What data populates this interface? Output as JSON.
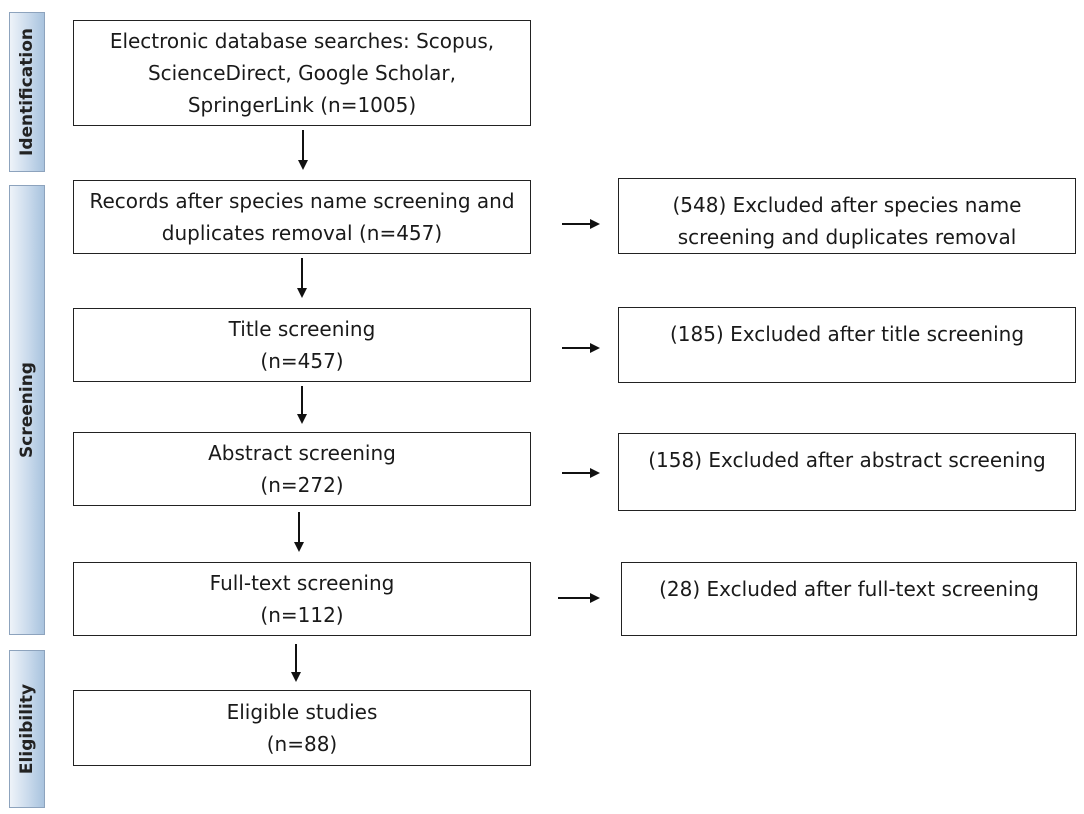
{
  "phases": {
    "identification": "Identification",
    "screening": "Screening",
    "eligibility": "Eligibility"
  },
  "boxes": {
    "identification": [
      "Electronic database searches: Scopus,",
      "ScienceDirect, Google Scholar,",
      "SpringerLink (n=1005)"
    ],
    "records_after_screening": [
      "Records after species name screening and",
      "duplicates removal (n=457)"
    ],
    "title_screening": [
      "Title screening",
      "(n=457)"
    ],
    "abstract_screening": [
      "Abstract screening",
      "(n=272)"
    ],
    "fulltext_screening": [
      "Full-text screening",
      "(n=112)"
    ],
    "eligible_studies": [
      "Eligible studies",
      "(n=88)"
    ]
  },
  "exclusions": {
    "species_duplicates": [
      "(548) Excluded after species name",
      "screening and duplicates removal"
    ],
    "title": [
      "(185) Excluded after title screening"
    ],
    "abstract": [
      "(158) Excluded after abstract screening"
    ],
    "fulltext": [
      "(28) Excluded after full-text screening"
    ]
  },
  "colors": {
    "phase_fill": "#c5d7ea",
    "phase_border": "#8da3bd",
    "box_border": "#222222",
    "arrow": "#111111"
  }
}
